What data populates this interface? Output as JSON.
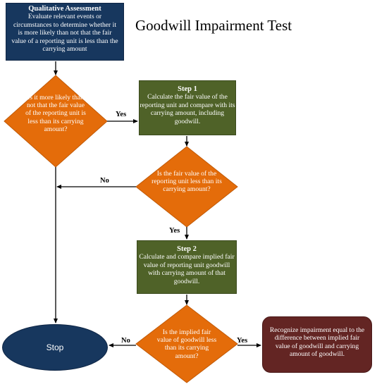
{
  "title": "Goodwill Impairment Test",
  "qualitative": {
    "heading": "Qualitative Assessment",
    "text": "Evaluate relevant events or circumstances to determine whether it is more likely than not that the fair value of a reporting unit is  less than the carrying amount"
  },
  "decision1": "Is it more likely  than not that the fair value of the reporting unit is less than its carrying amount?",
  "step1": {
    "heading": "Step 1",
    "text": "Calculate the fair value of the reporting unit and compare with its carrying amount, including goodwill."
  },
  "decision2": "Is the fair value of the reporting unit less than its carrying amount?",
  "step2": {
    "heading": "Step 2",
    "text": "Calculate and compare implied fair value of reporting unit goodwill with carrying amount of that goodwill."
  },
  "decision3": "Is the implied fair value of goodwill  less than its carrying amount?",
  "final": "Recognize impairment equal to the difference between  implied fair value of goodwill  and carrying amount of  goodwill.",
  "stop": "Stop",
  "labels": {
    "yes1": "Yes",
    "no2": "No",
    "yes2": "Yes",
    "no3": "No",
    "yes3": "Yes"
  },
  "colors": {
    "navy": "#17375e",
    "orange": "#e46c0a",
    "green": "#4f6228",
    "maroon": "#632523"
  }
}
